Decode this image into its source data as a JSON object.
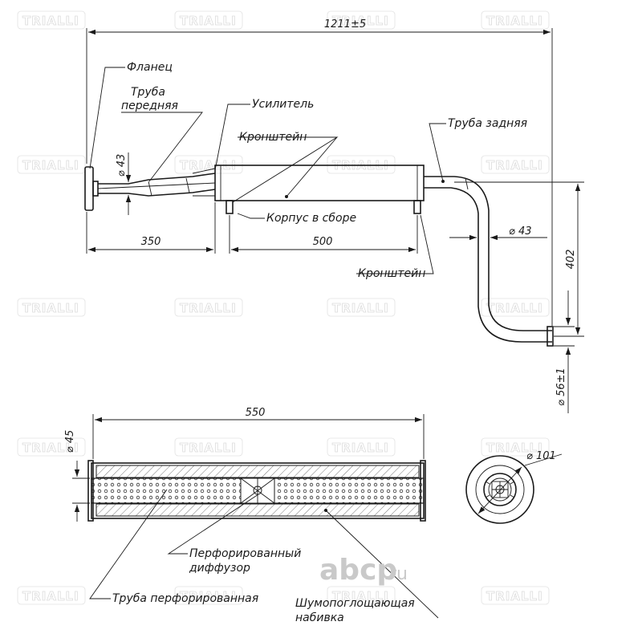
{
  "dimensions": {
    "overall_length": "1211±5",
    "front_pipe_length": "350",
    "body_length": "500",
    "front_pipe_diameter": "43",
    "rear_pipe_diameter": "43",
    "rear_pipe_height": "402",
    "outlet_diameter": "56±1",
    "muffler_length": "550",
    "inner_pipe_diameter": "45",
    "end_diameter": "101"
  },
  "labels": {
    "flange": "Фланец",
    "front_pipe_line1": "Труба",
    "front_pipe_line2": "передняя",
    "reinforcement": "Усилитель",
    "bracket_top": "Кронштейн",
    "rear_pipe": "Труба задняя",
    "body_assembly": "Корпус в сборе",
    "bracket_bottom": "Кронштейн",
    "perforated_diffuser_line1": "Перфорированный",
    "perforated_diffuser_line2": "диффузор",
    "perforated_pipe": "Труба перфорированная",
    "sound_absorbing_line1": "Шумопоглощающая",
    "sound_absorbing_line2": "набивка"
  },
  "symbols": {
    "diameter": "⌀"
  },
  "watermark": {
    "brand": "TRIALLI",
    "site_main": "abcp",
    "site_tld": ".ru"
  }
}
